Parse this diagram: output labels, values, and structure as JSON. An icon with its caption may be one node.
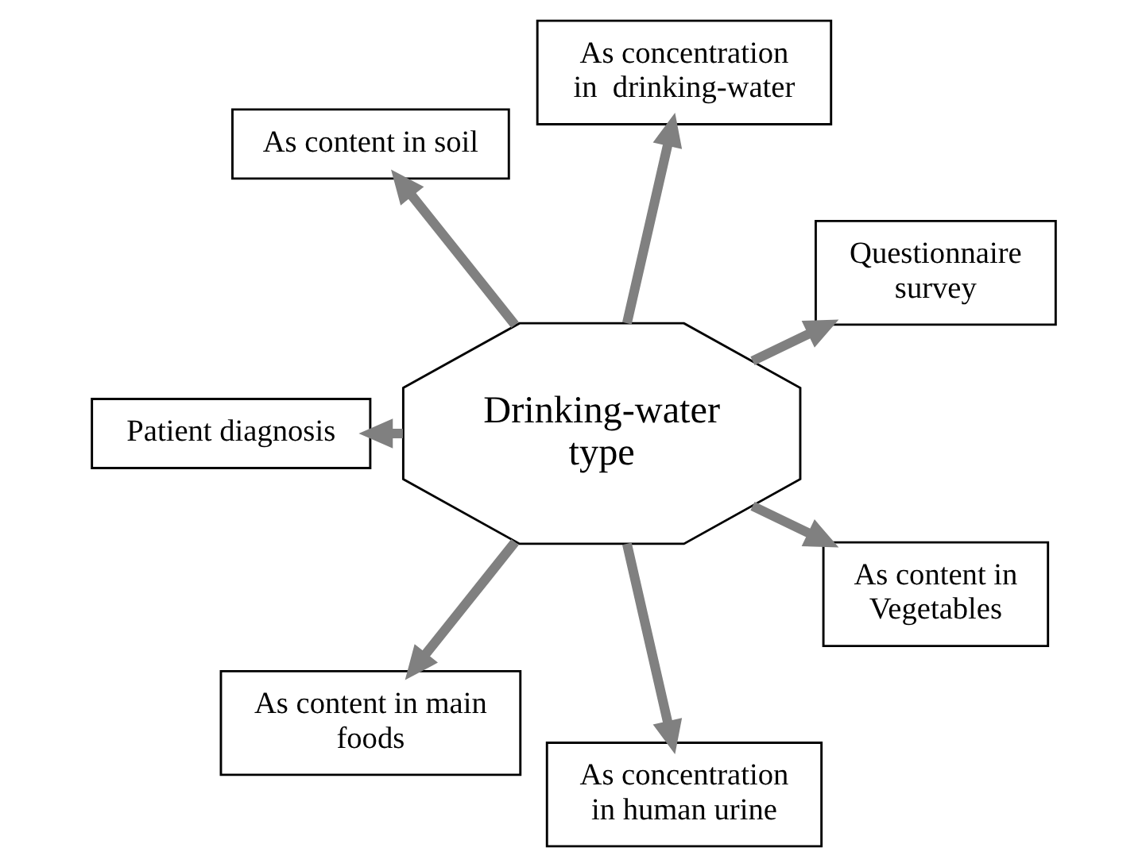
{
  "diagram": {
    "nodes": [
      {
        "text": [
          "Drinking-water type"
        ]
      },
      {
        "text": [
          "Questionnaire survey"
        ]
      },
      {
        "text": [
          "As concentration in  drinking-water"
        ]
      },
      {
        "text": [
          "As content in soil"
        ]
      },
      {
        "text": [
          "Patient diagnosis"
        ]
      },
      {
        "text": [
          "As content in main foods"
        ]
      },
      {
        "text": [
          "As concentration in human urine"
        ]
      },
      {
        "text": [
          "As content in Vegetables"
        ]
      }
    ],
    "edges": [
      {
        "from": 0,
        "to": 1,
        "arrow": "to"
      },
      {
        "from": 0,
        "to": 2,
        "arrow": "to"
      },
      {
        "from": 0,
        "to": 3,
        "arrow": "to"
      },
      {
        "from": 0,
        "to": 4,
        "arrow": "to"
      },
      {
        "from": 0,
        "to": 5,
        "arrow": "to"
      },
      {
        "from": 0,
        "to": 6,
        "arrow": "to"
      },
      {
        "from": 0,
        "to": 7,
        "arrow": "to"
      }
    ]
  }
}
